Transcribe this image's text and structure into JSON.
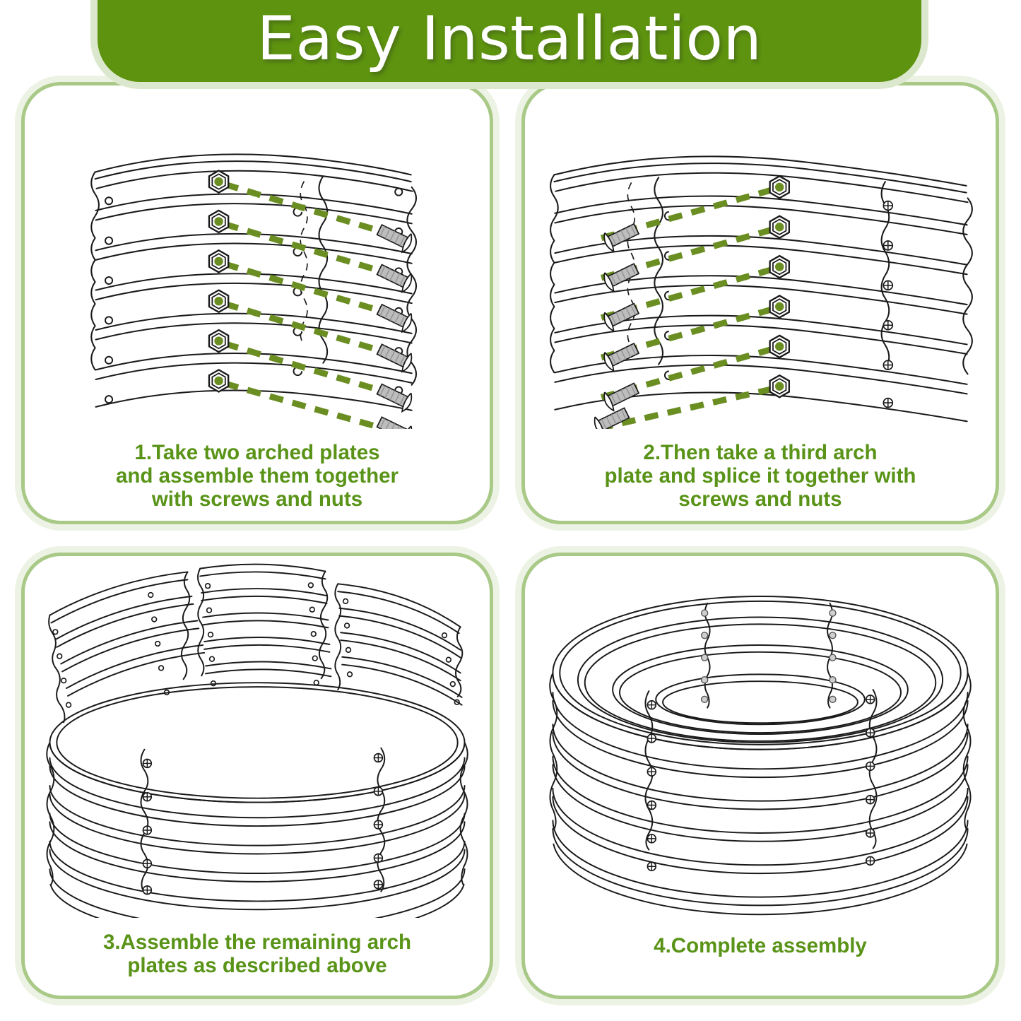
{
  "header": {
    "title": "Easy Installation",
    "bg_color": "#5d930f",
    "border_color": "#dce8cd",
    "text_color": "#ffffff"
  },
  "theme": {
    "panel_border": "#a9c987",
    "panel_glow": "#edf3e4",
    "caption_color": "#599317",
    "line_color": "#1a1a1a",
    "nut_fill": "#6b8e23",
    "dash_color": "#6b8e23",
    "screw_fill": "#b9b9b9",
    "background": "#ffffff"
  },
  "panels": [
    {
      "id": "step-1",
      "number": "1",
      "caption_lines": [
        "1.Take two arched plates",
        "and assemble them together",
        "with screws and nuts"
      ],
      "illustration": "two-arched-plates-bolted-with-screws-and-nuts",
      "nut_count": 6,
      "screw_count": 6,
      "hole_count": 6
    },
    {
      "id": "step-2",
      "number": "2",
      "caption_lines": [
        "2.Then take a third arch",
        "plate and splice it together with",
        "screws and nuts"
      ],
      "illustration": "third-arch-plate-spliced-with-screws-and-nuts",
      "nut_count": 6,
      "screw_count": 6,
      "hole_count": 6
    },
    {
      "id": "step-3",
      "number": "3",
      "caption_lines": [
        "3.Assemble the remaining arch",
        "plates as described above"
      ],
      "illustration": "partially-assembled-ring-with-three-loose-arch-plates",
      "loose_plate_count": 3
    },
    {
      "id": "step-4",
      "number": "4",
      "caption_lines": [
        "4.Complete assembly"
      ],
      "illustration": "completed-circular-raised-garden-bed"
    }
  ]
}
